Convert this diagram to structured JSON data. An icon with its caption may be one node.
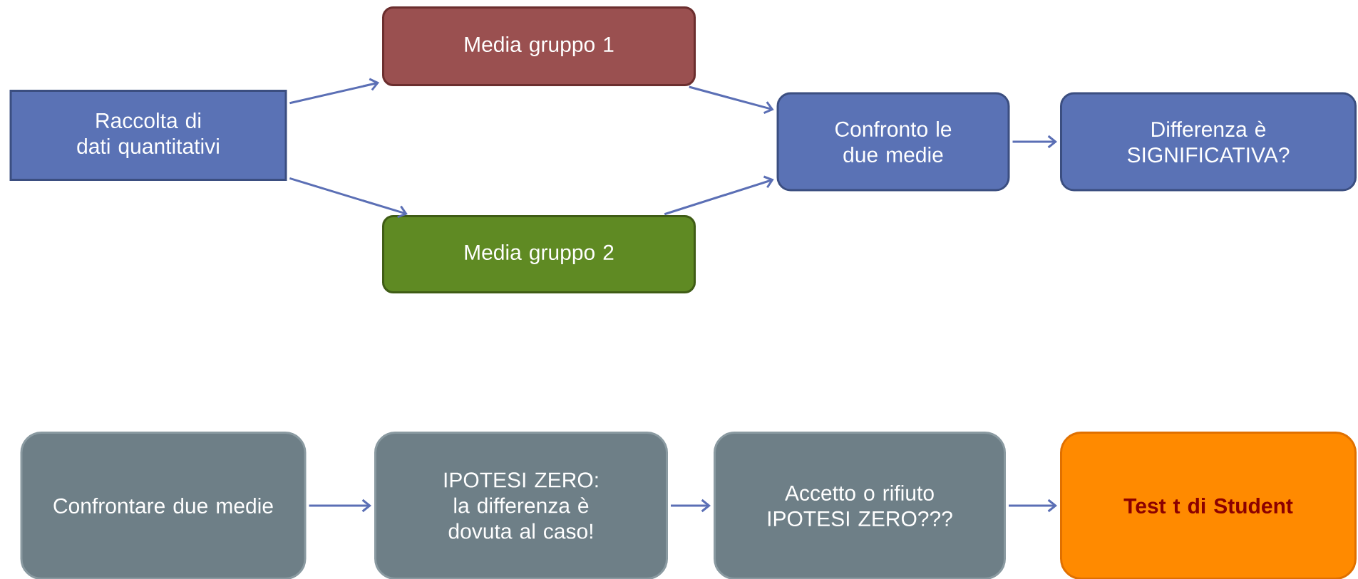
{
  "diagram": {
    "nodes": [
      {
        "text": [
          "Raccolta di dati quantitativi"
        ]
      },
      {
        "text": [
          "Media gruppo 1"
        ]
      },
      {
        "text": [
          "Media gruppo 2"
        ]
      },
      {
        "text": [
          "Confronto le due medie"
        ]
      },
      {
        "text": [
          "Differenza è SIGNIFICATIVA?"
        ]
      },
      {
        "text": [
          "Confrontare due medie"
        ]
      },
      {
        "text": [
          "IPOTESI ZERO: la differenza è dovuta al caso!"
        ]
      },
      {
        "text": [
          "Accetto o rifiuto IPOTESI ZERO???"
        ]
      },
      {
        "text": [
          "Test t di Student"
        ]
      }
    ],
    "edges": [
      {
        "from": 0,
        "to": 1,
        "arrow": "to"
      },
      {
        "from": 0,
        "to": 2,
        "arrow": "to"
      },
      {
        "from": 1,
        "to": 3,
        "arrow": "to"
      },
      {
        "from": 2,
        "to": 3,
        "arrow": "to"
      },
      {
        "from": 3,
        "to": 4,
        "arrow": "to"
      },
      {
        "from": 5,
        "to": 6,
        "arrow": "to"
      },
      {
        "from": 6,
        "to": 7,
        "arrow": "to"
      },
      {
        "from": 7,
        "to": 8,
        "arrow": "to"
      }
    ]
  }
}
